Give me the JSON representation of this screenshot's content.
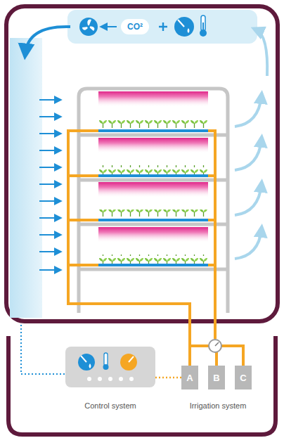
{
  "diagram": {
    "nodes": [
      {
        "text": [
          "CO²"
        ]
      },
      {
        "text": [
          "Control system"
        ]
      },
      {
        "text": [
          "A"
        ]
      },
      {
        "text": [
          "B"
        ]
      },
      {
        "text": [
          "C"
        ]
      }
    ],
    "edges": [
      {
        "from": 1,
        "to": 2,
        "arrow": "none"
      },
      {
        "from": 2,
        "to": 3,
        "arrow": "none"
      },
      {
        "from": 3,
        "to": 4,
        "arrow": "none"
      }
    ],
    "labels": [
      "Irrigation system"
    ]
  }
}
